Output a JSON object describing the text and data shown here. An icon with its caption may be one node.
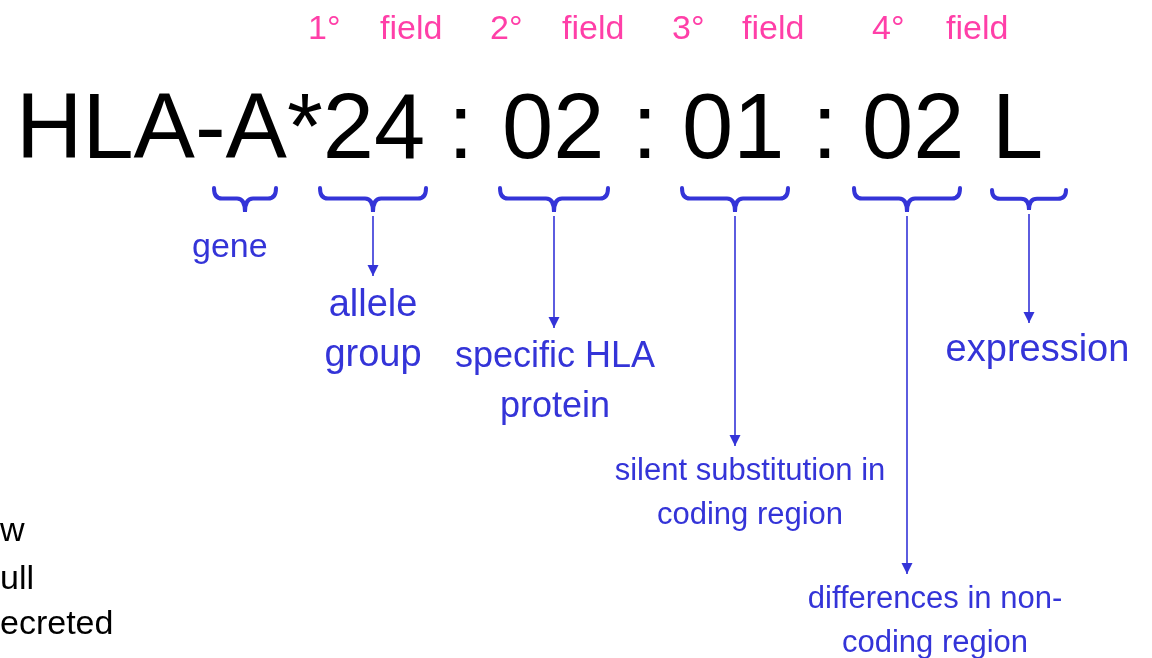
{
  "diagram": {
    "nodes": [
      {
        "text": [],
        "shape": "brace"
      },
      {
        "text": [],
        "shape": "brace"
      },
      {
        "text": [],
        "shape": "brace"
      },
      {
        "text": [],
        "shape": "brace"
      },
      {
        "text": [],
        "shape": "brace"
      },
      {
        "text": [],
        "shape": "brace"
      },
      {
        "text": [
          "allele group"
        ]
      },
      {
        "text": [
          "specific HLA protein"
        ]
      },
      {
        "text": [
          "expression"
        ]
      },
      {
        "text": [
          "silent substitution in coding region"
        ]
      },
      {
        "text": [
          "differences in non-coding region"
        ]
      }
    ],
    "edges": [
      {
        "from": 1,
        "to": 6,
        "arrow": "to"
      },
      {
        "from": 2,
        "to": 7,
        "arrow": "to"
      },
      {
        "from": 3,
        "to": 9,
        "arrow": "to"
      },
      {
        "from": 4,
        "to": 10,
        "arrow": "to"
      },
      {
        "from": 5,
        "to": 8,
        "arrow": "to"
      }
    ],
    "labels": [
      "1°",
      "field",
      "2°",
      "field",
      "3°",
      "field",
      "4°",
      "field",
      "HLA-A*24",
      ":",
      "02",
      ":",
      "01",
      ":",
      "02",
      "L",
      "gene",
      "w",
      "ull",
      "ecreted"
    ]
  }
}
